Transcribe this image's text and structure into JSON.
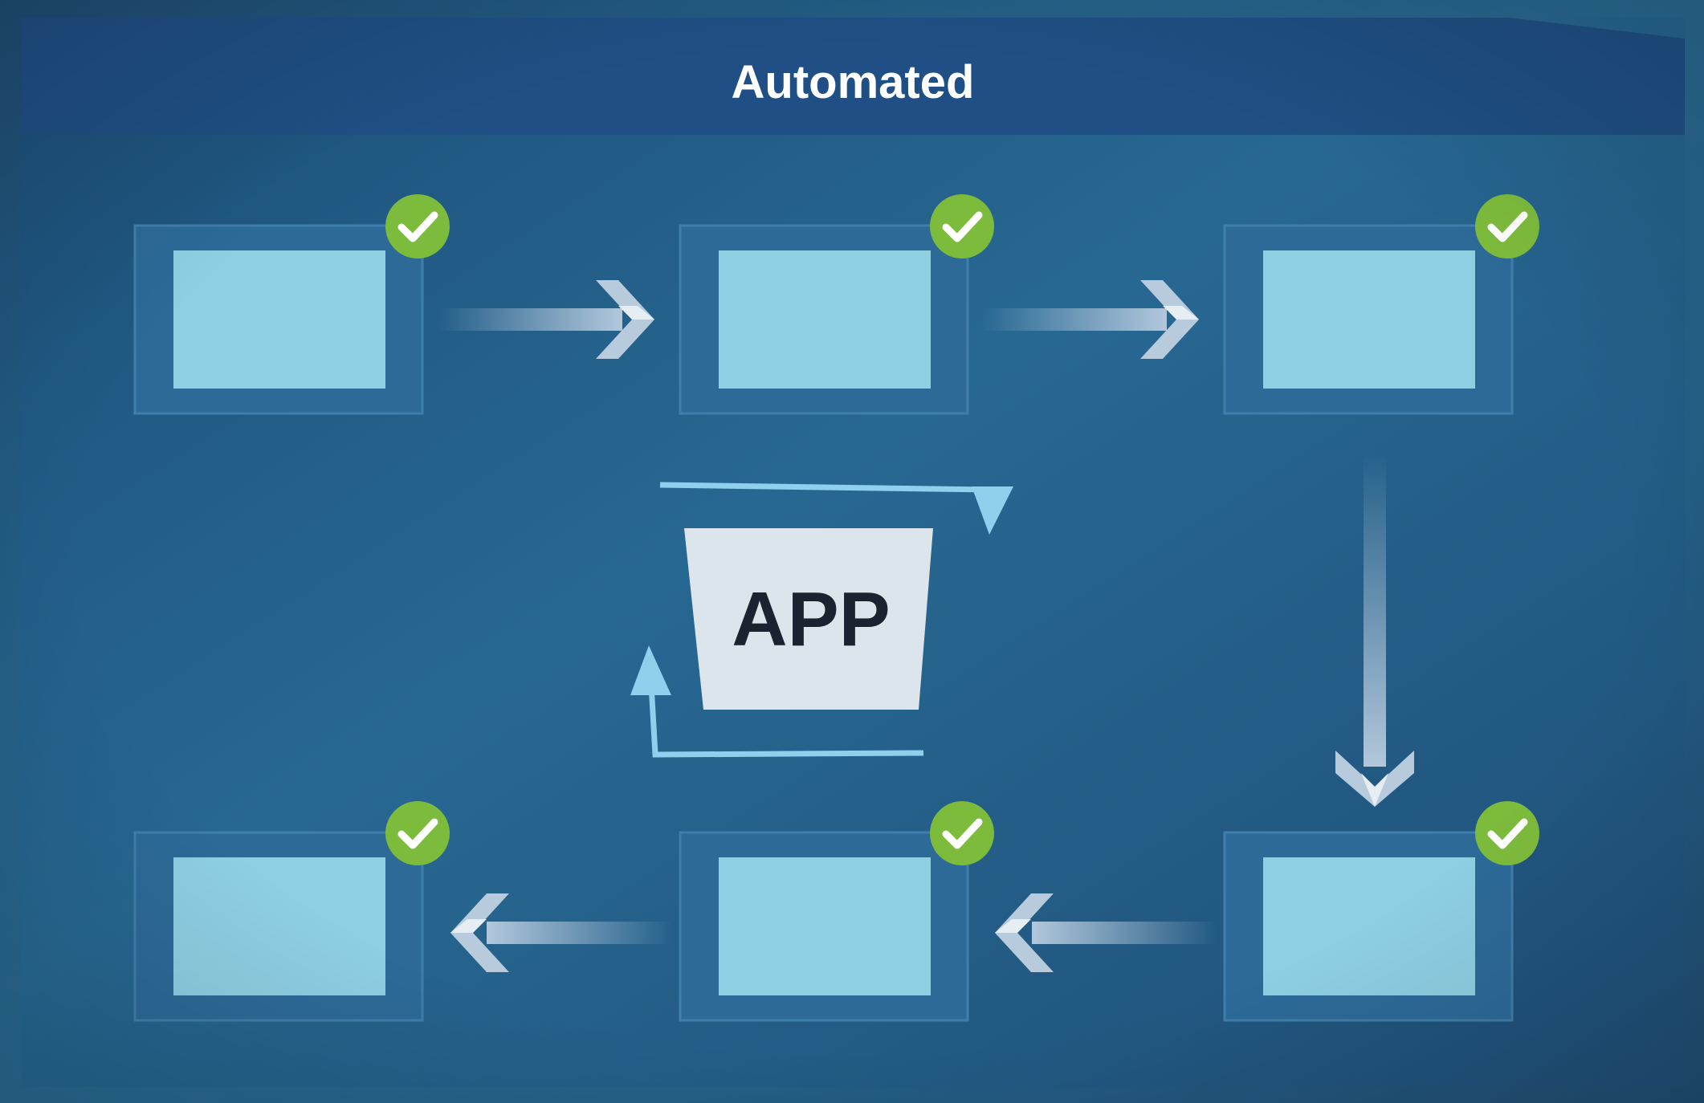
{
  "header": {
    "title": "Automated"
  },
  "app": {
    "label": "APP"
  },
  "steps": [
    {
      "id": "step-1",
      "status": "checked"
    },
    {
      "id": "step-2",
      "status": "checked"
    },
    {
      "id": "step-3",
      "status": "checked"
    },
    {
      "id": "step-4",
      "status": "checked"
    },
    {
      "id": "step-5",
      "status": "checked"
    },
    {
      "id": "step-6",
      "status": "checked"
    }
  ],
  "flow": [
    {
      "from": "step-1",
      "to": "step-2",
      "direction": "right"
    },
    {
      "from": "step-2",
      "to": "step-3",
      "direction": "right"
    },
    {
      "from": "step-3",
      "to": "step-4",
      "direction": "down"
    },
    {
      "from": "step-4",
      "to": "step-5",
      "direction": "left"
    },
    {
      "from": "step-5",
      "to": "step-6",
      "direction": "left"
    }
  ],
  "icons": {
    "step_status": "check-icon",
    "flow_arrow": "chevron-arrow-icon",
    "cycle": "cycle-arrows-icon"
  },
  "colors": {
    "background": "#235a80",
    "header_band": "#1f4f84",
    "card_frame": "#2d6a98",
    "card_screen": "#8ecfe2",
    "check_badge": "#7dbb3c",
    "app_box": "#dde5ec",
    "app_text": "#1c2330",
    "cycle_arrow": "#8fd0ec"
  }
}
